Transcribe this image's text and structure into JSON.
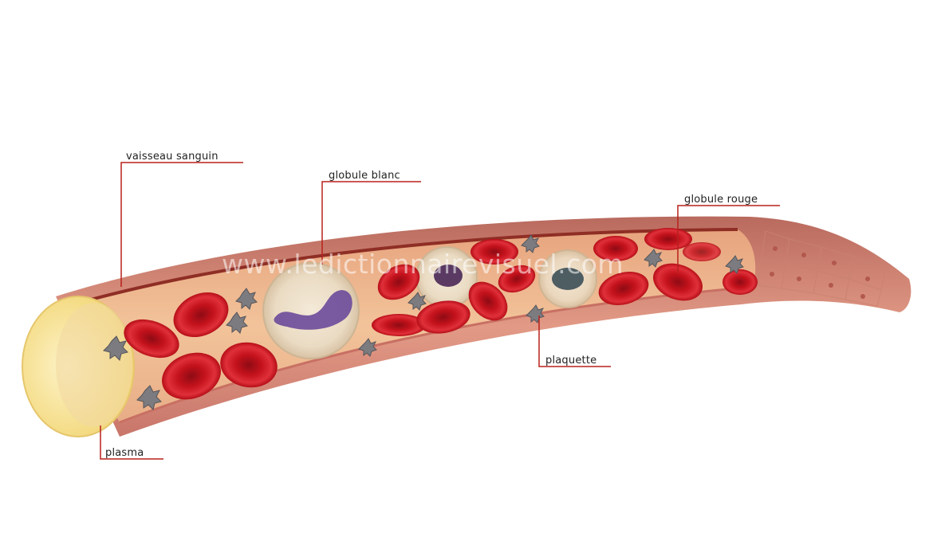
{
  "labels": {
    "vessel": "vaisseau sanguin",
    "white_cell": "globule blanc",
    "red_cell": "globule rouge",
    "platelet": "plaquette",
    "plasma": "plasma"
  },
  "watermark": "www.ledictionnairevisuel.com",
  "colors": {
    "leader_line": "#b8201c",
    "red_cell": "#c8141e",
    "vessel_wall": "#d98a78",
    "plasma": "#f6e08e"
  }
}
